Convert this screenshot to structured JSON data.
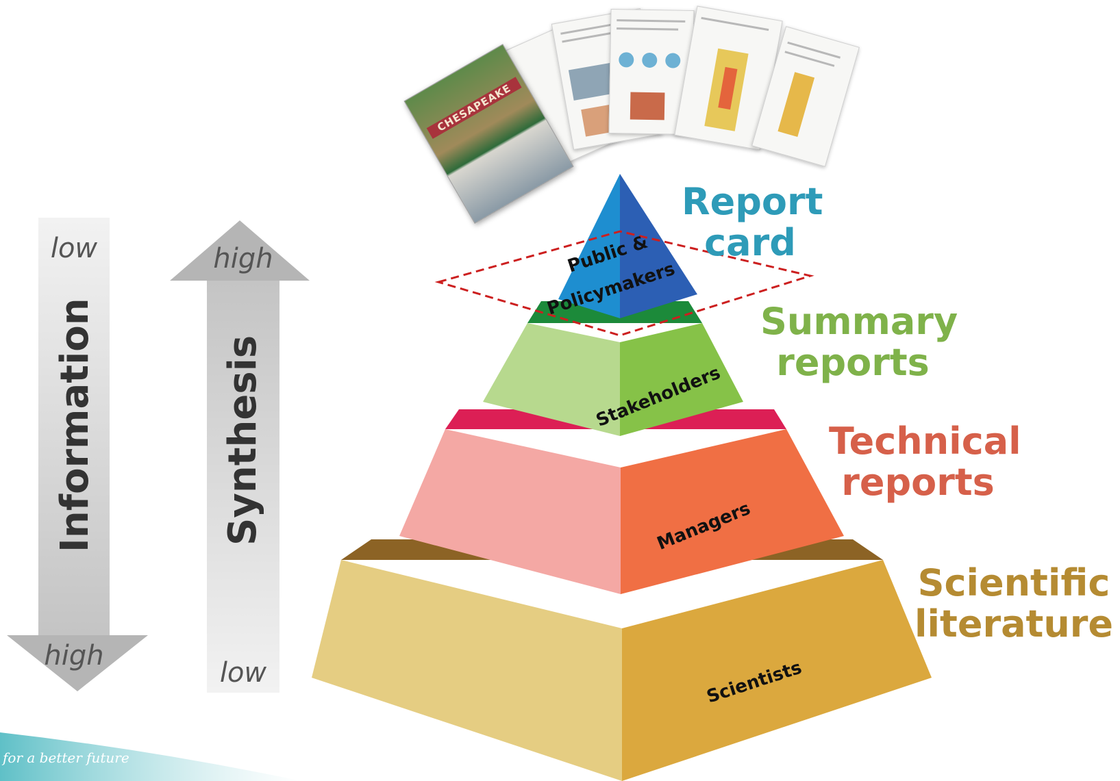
{
  "pyramid": {
    "tiers": [
      {
        "audience": "Public &\nPolicymakers",
        "audience_line1": "Public &",
        "audience_line2": "Policymakers",
        "label_line1": "Report",
        "label_line2": "card",
        "color": "#2e8bc0",
        "label_color": "#2e9bb8"
      },
      {
        "audience": "Stakeholders",
        "label_line1": "Summary",
        "label_line2": "reports",
        "color": "#8cc152",
        "label_color": "#7fb24a"
      },
      {
        "audience": "Managers",
        "label_line1": "Technical",
        "label_line2": "reports",
        "color": "#f07046",
        "label_color": "#d6604a"
      },
      {
        "audience": "Scientists",
        "label_line1": "Scientific",
        "label_line2": "literature",
        "color": "#e0b24e",
        "label_color": "#b58b32"
      }
    ]
  },
  "information_arrow": {
    "title": "Information",
    "top": "low",
    "bottom": "high"
  },
  "synthesis_arrow": {
    "title": "Synthesis",
    "top": "high",
    "bottom": "low"
  },
  "report_cover": {
    "title": "CHESAPEAKE"
  },
  "footer": {
    "tagline": "for a better future"
  },
  "colors": {
    "dashed_outline": "#cc1f1f",
    "arrow_fill": "#dcdcdc"
  }
}
